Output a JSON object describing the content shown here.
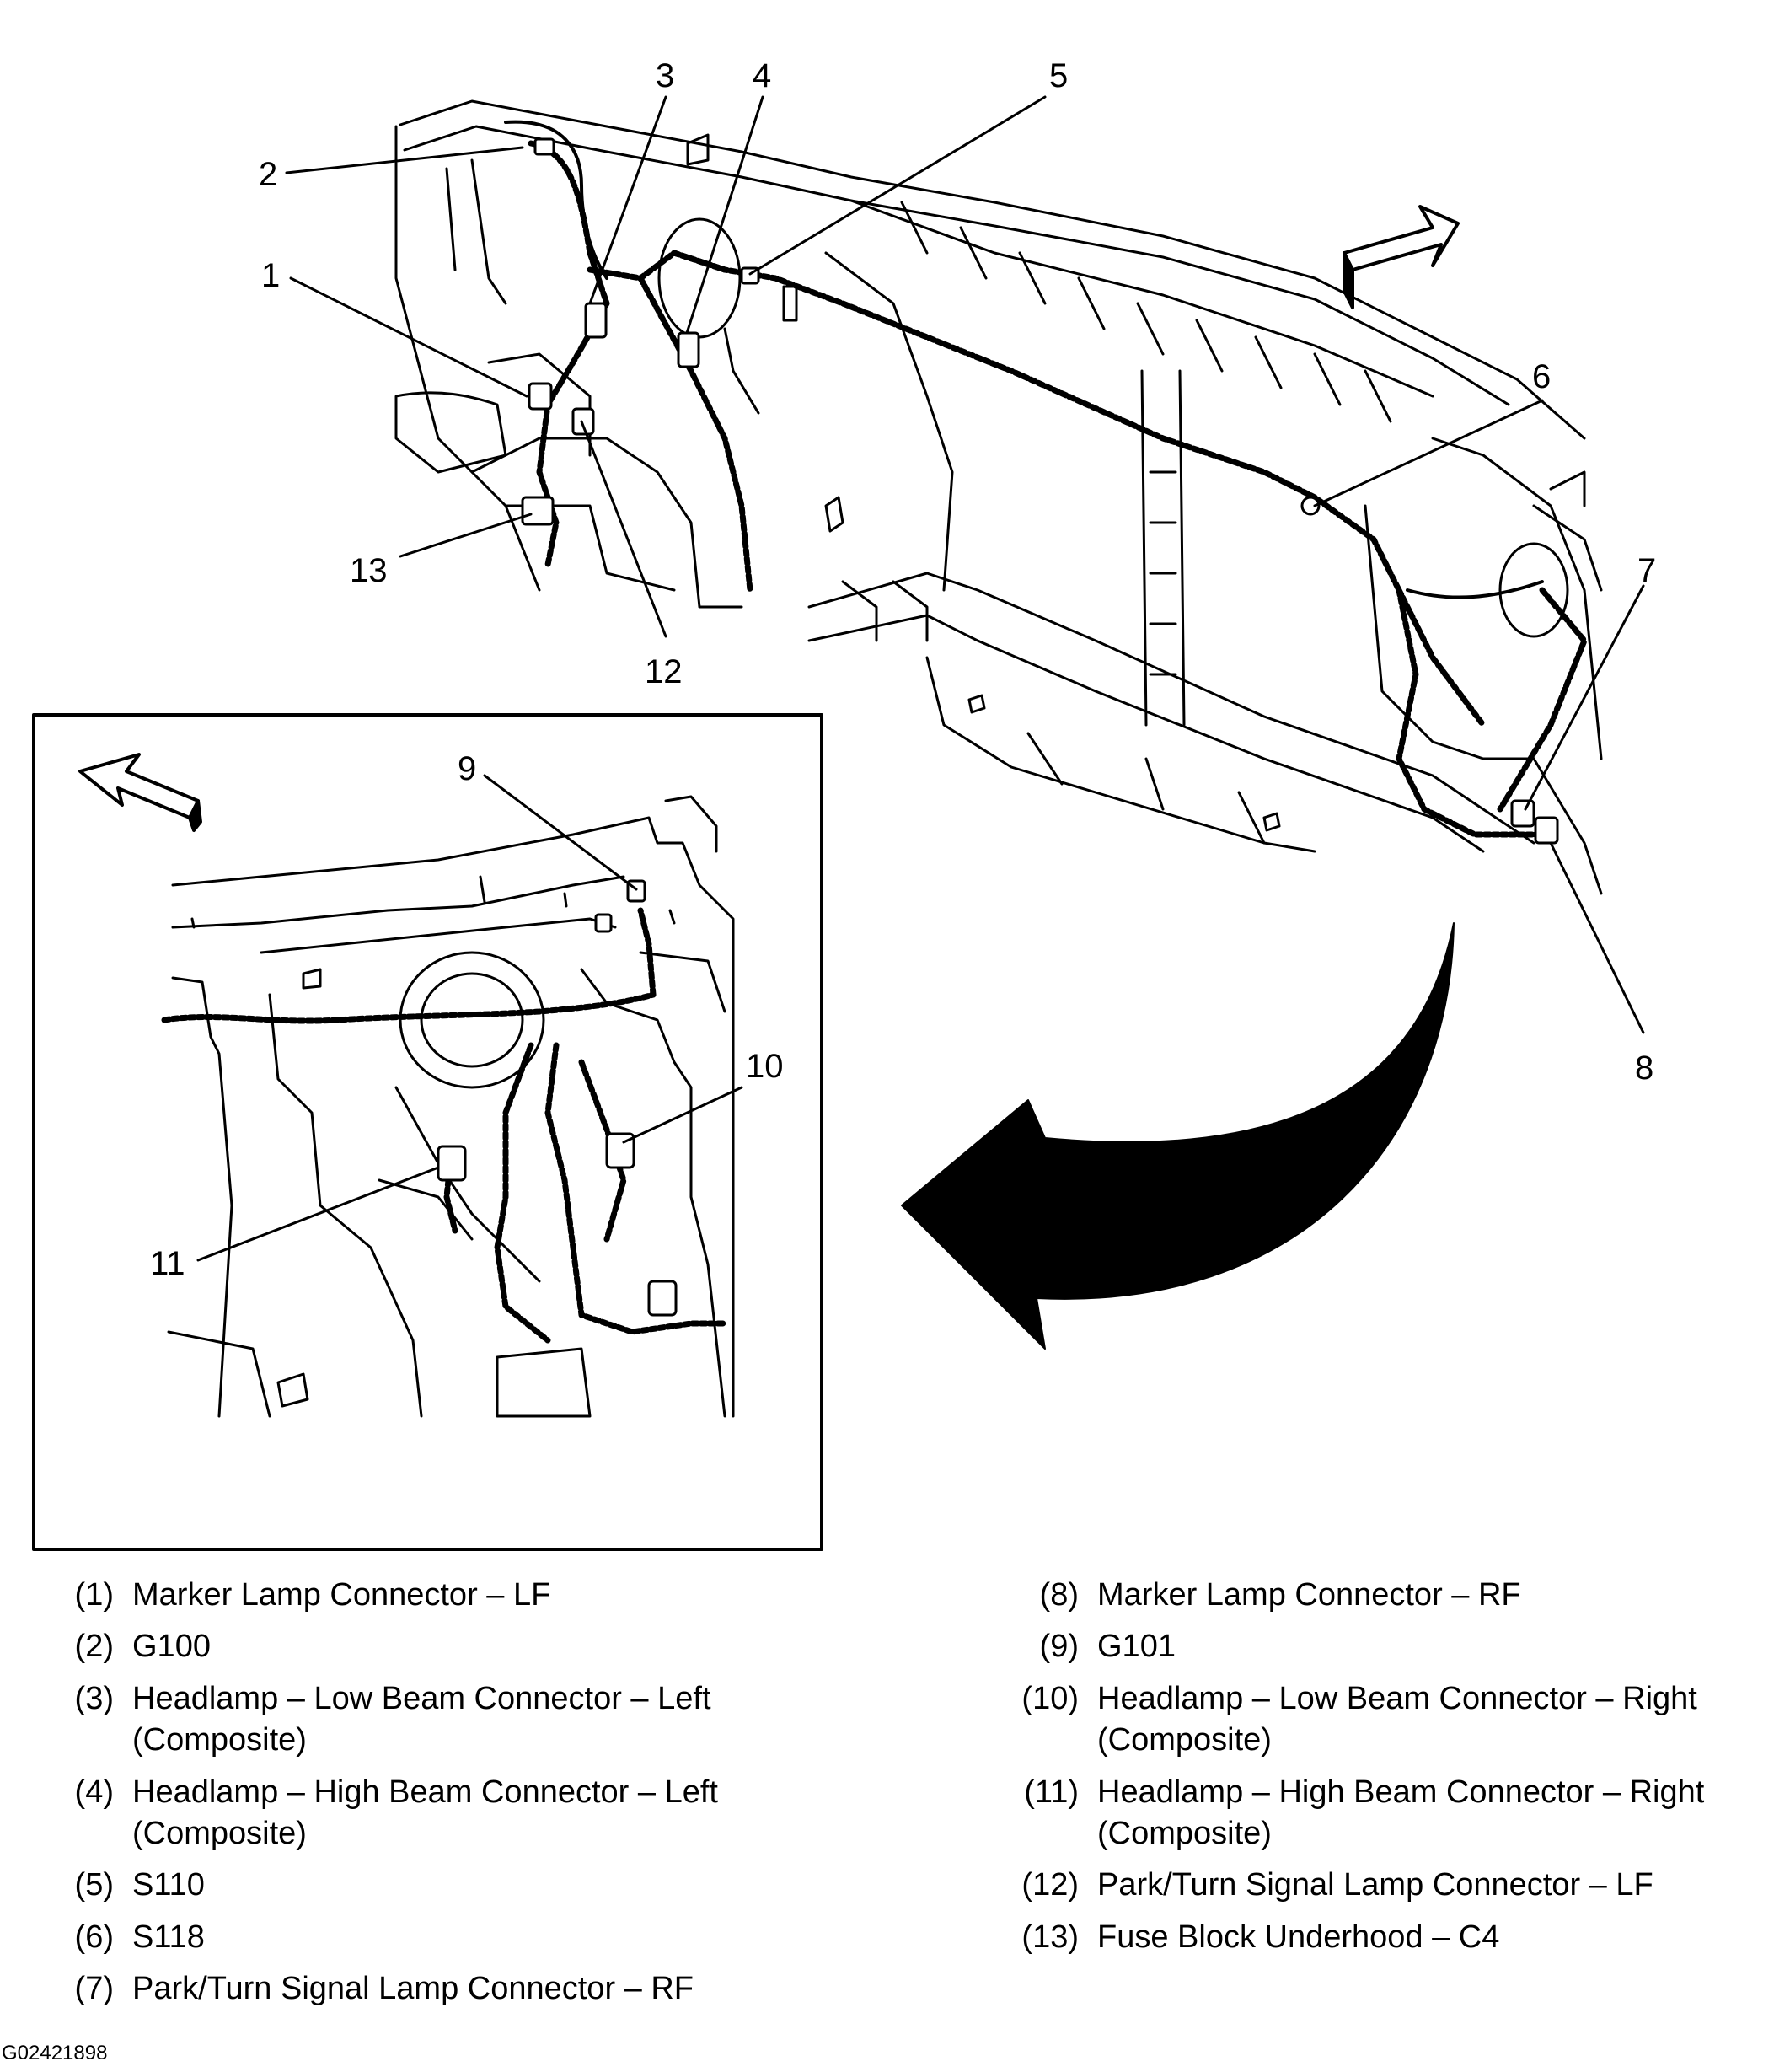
{
  "callouts": {
    "c1": "1",
    "c2": "2",
    "c3": "3",
    "c4": "4",
    "c5": "5",
    "c6": "6",
    "c7": "7",
    "c8": "8",
    "c9": "9",
    "c10": "10",
    "c11": "11",
    "c12": "12",
    "c13": "13"
  },
  "legend_left": [
    {
      "num": "(1)",
      "text": "Marker Lamp Connector – LF"
    },
    {
      "num": "(2)",
      "text": "G100"
    },
    {
      "num": "(3)",
      "text": "Headlamp – Low Beam Connector – Left (Composite)"
    },
    {
      "num": "(4)",
      "text": "Headlamp – High Beam Connector – Left (Composite)"
    },
    {
      "num": "(5)",
      "text": "S110"
    },
    {
      "num": "(6)",
      "text": "S118"
    },
    {
      "num": "(7)",
      "text": "Park/Turn Signal Lamp Connector – RF"
    }
  ],
  "legend_right": [
    {
      "num": "(8)",
      "text": "Marker Lamp Connector – RF"
    },
    {
      "num": "(9)",
      "text": "G101"
    },
    {
      "num": "(10)",
      "text": "Headlamp – Low Beam Connector – Right (Composite)"
    },
    {
      "num": "(11)",
      "text": "Headlamp – High Beam Connector – Right (Composite)"
    },
    {
      "num": "(12)",
      "text": "Park/Turn Signal Lamp Connector – LF"
    },
    {
      "num": "(13)",
      "text": "Fuse Block Underhood – C4"
    }
  ],
  "figure_id": "G02421898"
}
